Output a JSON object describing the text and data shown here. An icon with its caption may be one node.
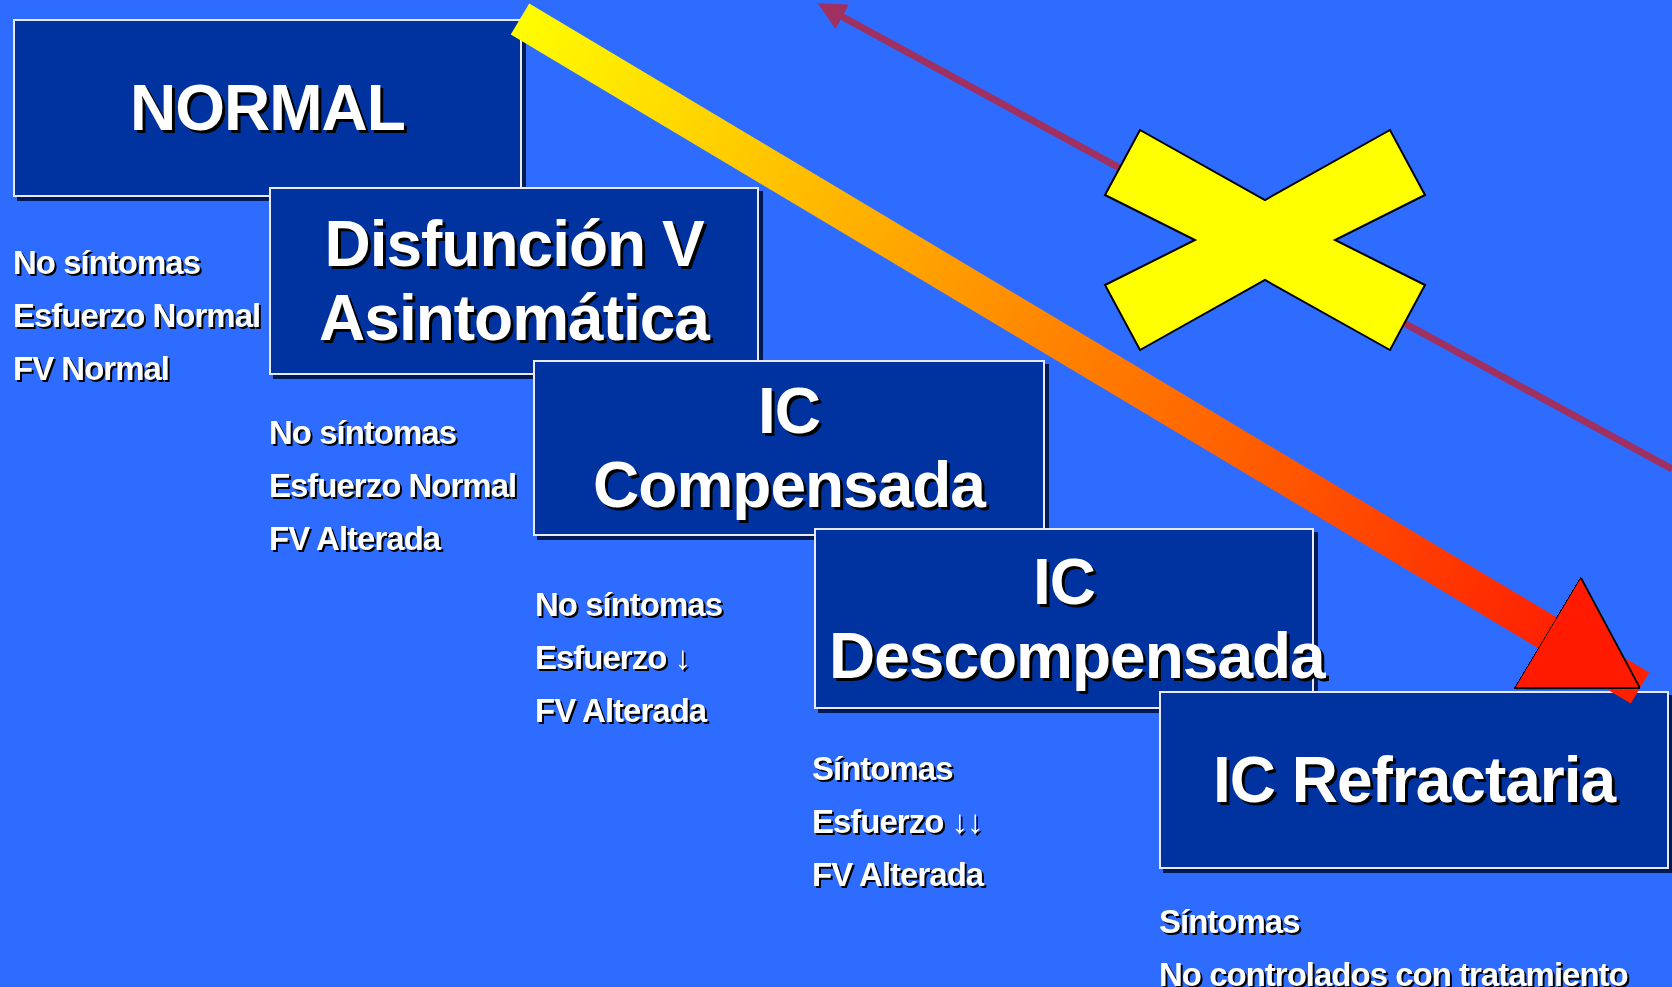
{
  "diagram": {
    "nodes": [
      {
        "text": [
          "NORMAL"
        ],
        "beside": [
          "No síntomas",
          "Esfuerzo Normal",
          "FV Normal"
        ]
      },
      {
        "text": [
          "Disfunción V Asintomática"
        ],
        "beside": [
          "No síntomas",
          "Esfuerzo Normal",
          "FV Alterada"
        ]
      },
      {
        "text": [
          "IC Compensada"
        ],
        "beside": [
          "No síntomas",
          "Esfuerzo ↓",
          "FV Alterada"
        ]
      },
      {
        "text": [
          "IC Descompensada"
        ],
        "beside": [
          "Síntomas",
          "Esfuerzo ↓↓",
          "FV Alterada"
        ]
      },
      {
        "text": [
          "IC Refractaria"
        ],
        "beside": [
          "Síntomas",
          "No controlados con tratamiento"
        ]
      }
    ],
    "edges": [
      {
        "from": 0,
        "to": 4,
        "arrow": "to",
        "style": "thick"
      }
    ]
  }
}
